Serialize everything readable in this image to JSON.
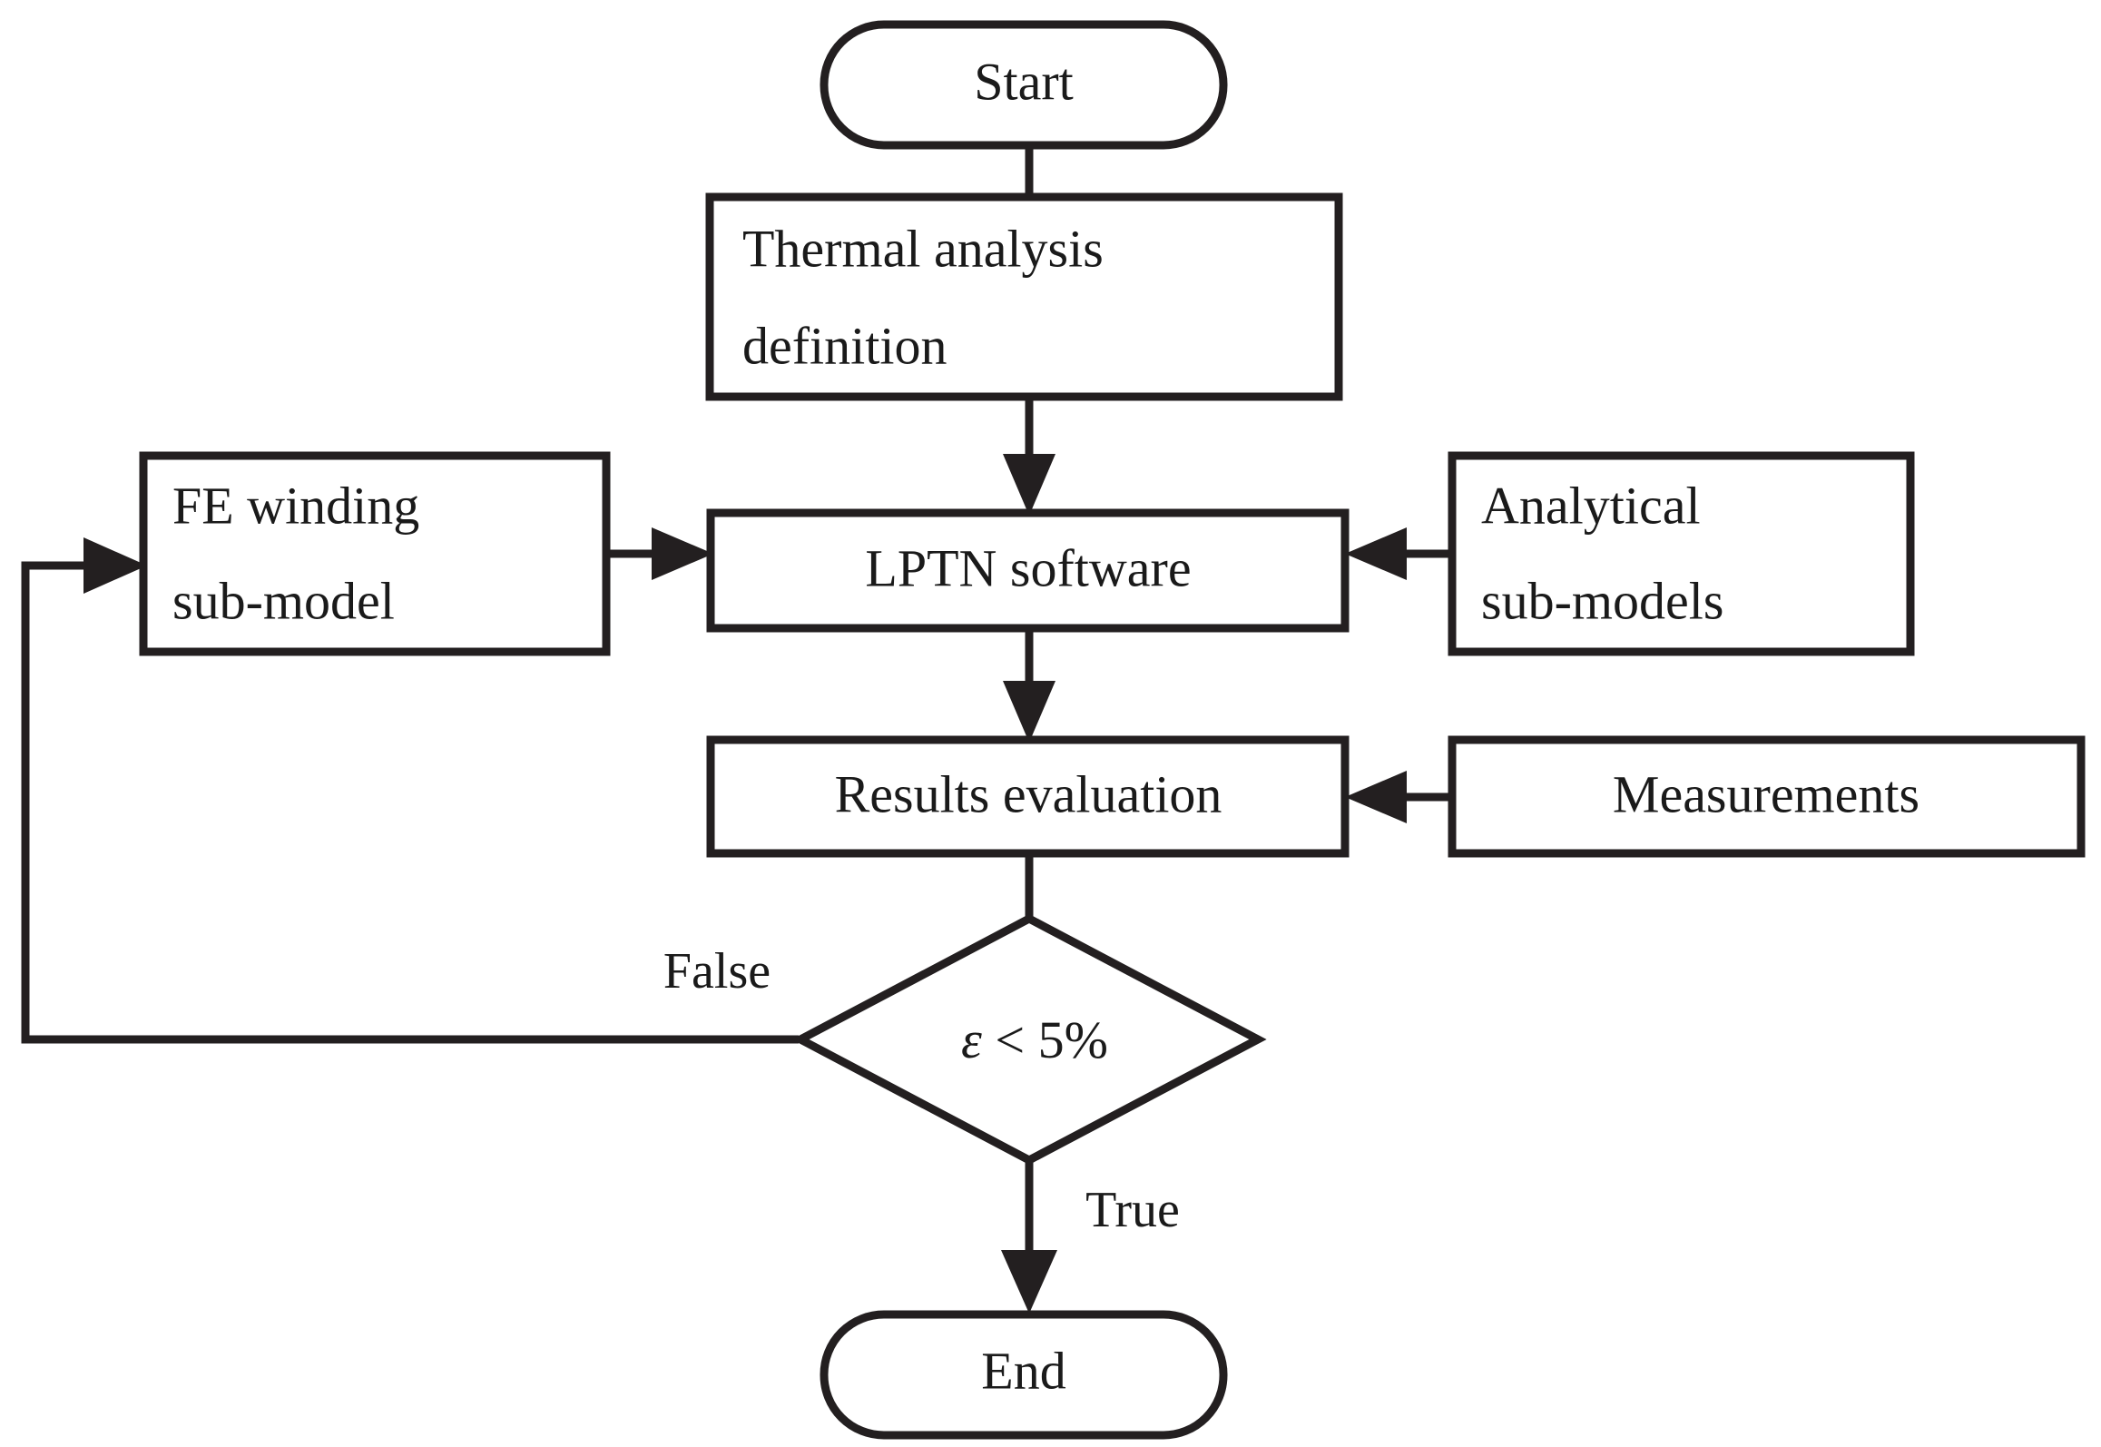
{
  "diagram": {
    "type": "flowchart",
    "orientation": "top-to-bottom",
    "background_color": "#ffffff",
    "line_color": "#231f20",
    "text_color": "#1a1a1a",
    "nodes": {
      "start": {
        "label": "Start",
        "shape": "terminator"
      },
      "definition": {
        "label_line1": "Thermal analysis",
        "label_line2": "definition",
        "shape": "process"
      },
      "fe_winding": {
        "label_line1": "FE winding",
        "label_line2": "sub-model",
        "shape": "process"
      },
      "lptn": {
        "label": "LPTN software",
        "shape": "process"
      },
      "analytical": {
        "label_line1": "Analytical",
        "label_line2": "sub-models",
        "shape": "process"
      },
      "results": {
        "label": "Results evaluation",
        "shape": "process"
      },
      "measurements": {
        "label": "Measurements",
        "shape": "process"
      },
      "decision": {
        "label_symbol": "ε",
        "label_operator": " < ",
        "label_value": "5%",
        "label_full": "ε < 5%",
        "shape": "decision"
      },
      "end": {
        "label": "End",
        "shape": "terminator"
      }
    },
    "edge_labels": {
      "false_branch": "False",
      "true_branch": "True"
    }
  }
}
